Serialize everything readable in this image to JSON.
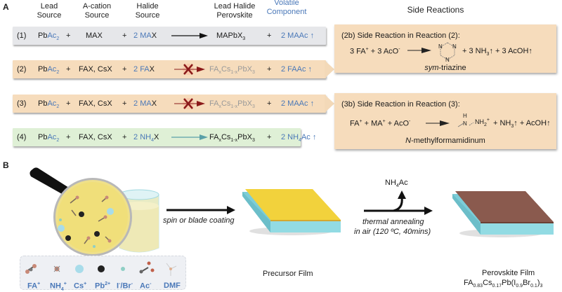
{
  "panel_a": {
    "letter": "A",
    "headers": {
      "lead_source": [
        "Lead",
        "Source"
      ],
      "a_cation_source": [
        "A-cation",
        "Source"
      ],
      "halide_source": [
        "Halide",
        "Source"
      ],
      "perovskite": [
        "Lead Halide",
        "Perovskite"
      ],
      "volatile": [
        "Volatile",
        "Component"
      ],
      "side_reactions": "Side Reactions"
    },
    "reactions": [
      {
        "num": "(1)",
        "lead": "Pb",
        "lead_ac": "Ac",
        "lead_sub": "2",
        "plus1": "+",
        "cation": "MAX",
        "plus2": "+",
        "halide_pre": "2 ",
        "halide_blue": "MA",
        "halide_post": "X",
        "arrow": "normal",
        "product_main": "MAPbX",
        "product_sub": "3",
        "plus3": "+",
        "volatile_pre": "2 MAAc",
        "volatile_sub": "",
        "volatile_post": "",
        "color": "gray"
      },
      {
        "num": "(2)",
        "lead": "Pb",
        "lead_ac": "Ac",
        "lead_sub": "2",
        "plus1": "+",
        "cation": "FAX, CsX",
        "plus2": "+",
        "halide_pre": "2 ",
        "halide_blue": "FA",
        "halide_post": "X",
        "arrow": "blocked",
        "product_main": "FA",
        "product_sub": "x",
        "product_mid": "Cs",
        "product_sub2": "1-x",
        "product_end": "PbX",
        "product_sub3": "3",
        "plus3": "+",
        "volatile_pre": "2 FAAc",
        "volatile_sub": "",
        "volatile_post": "",
        "color": "orange"
      },
      {
        "num": "(3)",
        "lead": "Pb",
        "lead_ac": "Ac",
        "lead_sub": "2",
        "plus1": "+",
        "cation": "FAX, CsX",
        "plus2": "+",
        "halide_pre": "2 ",
        "halide_blue": "MA",
        "halide_post": "X",
        "arrow": "blocked",
        "product_main": "FA",
        "product_sub": "x",
        "product_mid": "Cs",
        "product_sub2": "1-x",
        "product_end": "PbX",
        "product_sub3": "3",
        "plus3": "+",
        "volatile_pre": "2 MAAc",
        "volatile_sub": "",
        "volatile_post": "",
        "color": "orange"
      },
      {
        "num": "(4)",
        "lead": "Pb",
        "lead_ac": "Ac",
        "lead_sub": "2",
        "plus1": "+",
        "cation": "FAX, CsX",
        "plus2": "+",
        "halide_pre": "2 ",
        "halide_blue": "NH",
        "halide_blue_sub": "4",
        "halide_post": "X",
        "arrow": "green",
        "product_main": "FA",
        "product_sub": "x",
        "product_mid": "Cs",
        "product_sub2": "1-x",
        "product_end": "PbX",
        "product_sub3": "3",
        "plus3": "+",
        "volatile_pre": "2 NH",
        "volatile_sub": "4",
        "volatile_post": "Ac",
        "color": "green"
      }
    ],
    "side_2b": {
      "title": "(2b)  Side Reaction in Reaction (2):",
      "eq_left": "3 FA",
      "eq_left_sup": "+",
      "eq_plus": " + 3 AcO",
      "eq_plus_sup": "-",
      "eq_right1": "+ 3 NH",
      "eq_right1_sub": "3",
      "eq_right2": "+ 3 AcOH",
      "ring_atom": "N",
      "caption_italic": "sym",
      "caption_rest": "-triazine"
    },
    "side_3b": {
      "title": "(3b)  Side Reaction in Reaction (3):",
      "eq_left": "FA",
      "eq_left_sup": "+",
      "eq_mid": " + MA",
      "eq_mid_sup": "+",
      "eq_ac": " + AcO",
      "eq_ac_sup": "-",
      "mol_h": "H",
      "mol_n": "N",
      "mol_nh2": "NH",
      "mol_nh2_sub": "2",
      "mol_nh2_sup": "+",
      "eq_right1": "+ NH",
      "eq_right1_sub": "3",
      "eq_right2": "+ AcOH",
      "caption_italic": "N",
      "caption_rest": "-methylformamidinum"
    }
  },
  "panel_b": {
    "letter": "B",
    "step1_label": "spin or blade coating",
    "step2_label_line1": "thermal annealing",
    "step2_label_line2": "in air  (120 ºC, 40mins)",
    "released_gas": "NH",
    "released_gas_sub": "4",
    "released_gas_post": "Ac",
    "precursor_label": "Precursor Film",
    "perovskite_label": "Perovskite Film",
    "formula": {
      "a": "FA",
      "a_sub": "0.83",
      "b": "Cs",
      "b_sub": "0.17",
      "c": "Pb(I",
      "c_sub": "0.9",
      "d": "Br",
      "d_sub": "0.1",
      "e": ")",
      "e_sub": "3"
    },
    "legend": [
      {
        "label": "FA",
        "sup": "+",
        "icon": "fa-molecule"
      },
      {
        "label": "NH",
        "sub": "4",
        "sup": "+",
        "icon": "ammonium-molecule"
      },
      {
        "label": "Cs",
        "sup": "+",
        "icon": "cesium-ion"
      },
      {
        "label": "Pb",
        "sup": "2+",
        "icon": "lead-ion"
      },
      {
        "label": "I",
        "sup": "-",
        "label2": "/Br",
        "sup2": "-",
        "icon": "halide-ion"
      },
      {
        "label": "Ac",
        "sup": "-",
        "icon": "acetate-molecule"
      },
      {
        "label": "DMF",
        "icon": "dmf-molecule"
      }
    ]
  },
  "colors": {
    "blue_text": "#4a78b8",
    "row_gray": "#e6e7ea",
    "row_orange": "#f6dcbc",
    "row_green": "#dff0d6",
    "blocked_x": "#8b1a1a",
    "green_arrow": "#5aa0a8",
    "precursor_top": "#f2d23c",
    "perovskite_top": "#8a5a4e",
    "glass": "#8fd8e0"
  }
}
